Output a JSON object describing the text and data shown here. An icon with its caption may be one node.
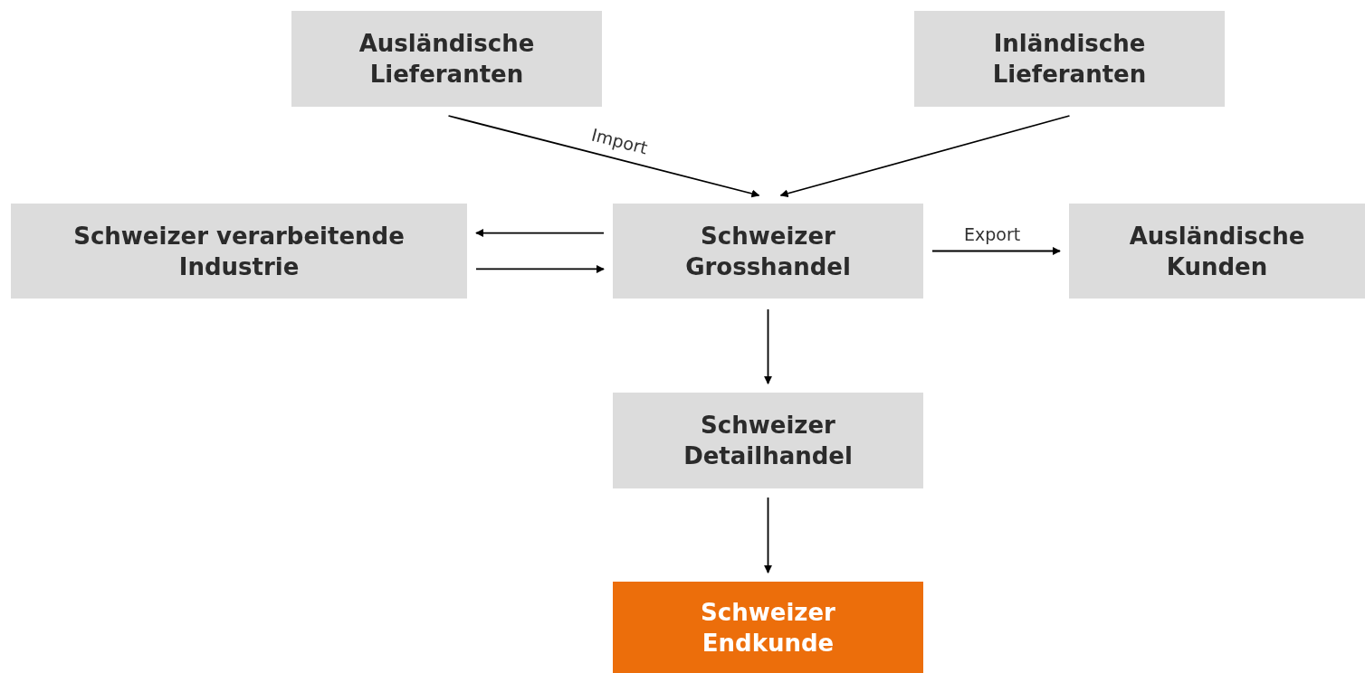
{
  "diagram": {
    "nodes": [
      {
        "text": [
          "Ausländische Lieferanten"
        ]
      },
      {
        "text": [
          "Inländische Lieferanten"
        ]
      },
      {
        "text": [
          "Schweizer verarbeitende Industrie"
        ]
      },
      {
        "text": [
          "Schweizer Grosshandel"
        ]
      },
      {
        "text": [
          "Ausländische Kunden"
        ]
      },
      {
        "text": [
          "Schweizer Detailhandel"
        ]
      },
      {
        "text": [
          "Schweizer Endkunde"
        ]
      }
    ],
    "edges": [
      {
        "from": 0,
        "to": 3,
        "arrow": "to",
        "label": "Import"
      },
      {
        "from": 1,
        "to": 3,
        "arrow": "to"
      },
      {
        "from": 3,
        "to": 2,
        "arrow": "to"
      },
      {
        "from": 2,
        "to": 3,
        "arrow": "to"
      },
      {
        "from": 3,
        "to": 4,
        "arrow": "to",
        "label": "Export"
      },
      {
        "from": 3,
        "to": 5,
        "arrow": "to"
      },
      {
        "from": 5,
        "to": 6,
        "arrow": "to"
      }
    ]
  }
}
